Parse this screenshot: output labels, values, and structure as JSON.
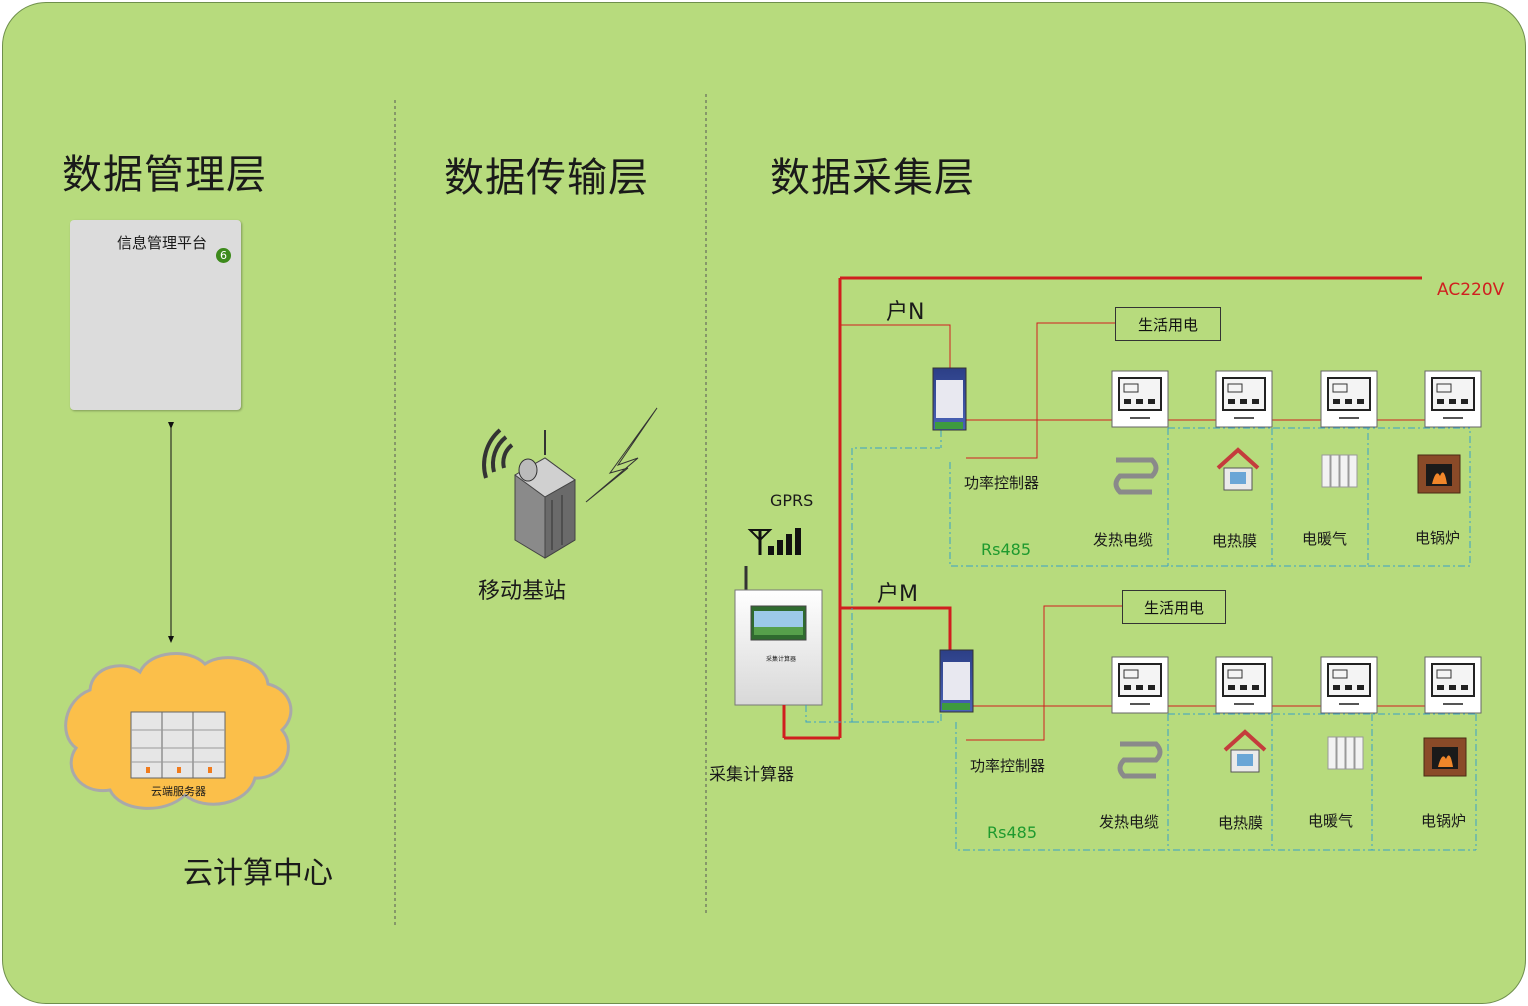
{
  "layers": {
    "management": "数据管理层",
    "transmission": "数据传输层",
    "collection": "数据采集层"
  },
  "management": {
    "platform_title": "信息管理平台",
    "platform_badge": "6",
    "cloud_server_label": "云端服务器",
    "cloud_center_label": "云计算中心"
  },
  "transmission": {
    "base_station_label": "移动基站"
  },
  "collection": {
    "power_label": "AC220V",
    "gprs_label": "GPRS",
    "collector_label": "采集计算器",
    "collector_screen_caption": "采集计算器",
    "households": [
      {
        "name": "户N",
        "living_power": "生活用电",
        "controller": "功率控制器",
        "bus": "Rs485",
        "devices": [
          "发热电缆",
          "电热膜",
          "电暖气",
          "电锅炉"
        ]
      },
      {
        "name": "户M",
        "living_power": "生活用电",
        "controller": "功率控制器",
        "bus": "Rs485",
        "devices": [
          "发热电缆",
          "电热膜",
          "电暖气",
          "电锅炉"
        ]
      }
    ]
  },
  "colors": {
    "background": "#b7db7d",
    "power_line": "#d01f1f",
    "bus_line": "#3aa0c8",
    "bus_label": "#1e9a2e"
  }
}
